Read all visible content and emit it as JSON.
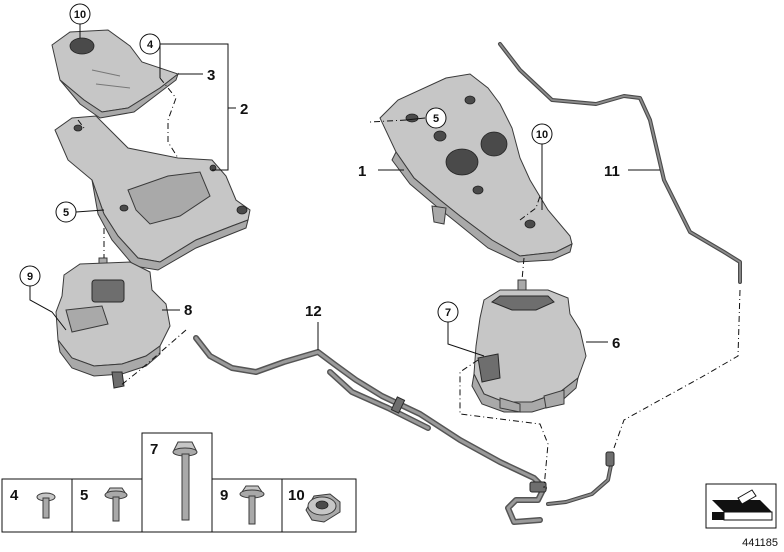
{
  "diagram": {
    "reference_number": "441185",
    "callouts": {
      "c1": "1",
      "c2": "2",
      "c3": "3",
      "c4": "4",
      "c5a": "5",
      "c5b": "5",
      "c6": "6",
      "c7": "7",
      "c8": "8",
      "c9": "9",
      "c10a": "10",
      "c10b": "10",
      "c11": "11",
      "c12": "12"
    },
    "parts_row": {
      "p4": "4",
      "p5": "5",
      "p7": "7",
      "p9": "9",
      "p10": "10"
    }
  }
}
